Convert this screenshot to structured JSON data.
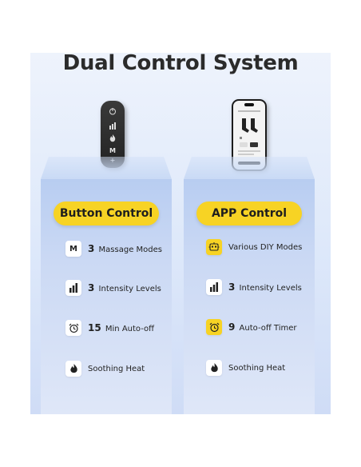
{
  "title": "Dual Control System",
  "button_control": {
    "label": "Button Control",
    "features": [
      {
        "icon": "letter-m-icon",
        "glyph": "M",
        "num": "3",
        "text": "Massage Modes"
      },
      {
        "icon": "signal-bars-icon",
        "glyph": "",
        "num": "3",
        "text": "Intensity Levels"
      },
      {
        "icon": "alarm-clock-icon",
        "glyph": "",
        "num": "15",
        "text": "Min Auto-off"
      },
      {
        "icon": "flame-icon",
        "glyph": "",
        "num": "",
        "text": "Soothing Heat"
      }
    ]
  },
  "app_control": {
    "label": "APP Control",
    "features": [
      {
        "icon": "diy-robot-icon",
        "num": "",
        "text": "Various DIY Modes"
      },
      {
        "icon": "signal-bars-icon",
        "num": "3",
        "text": "Intensity Levels"
      },
      {
        "icon": "alarm-clock-icon",
        "num": "9",
        "text": "Auto-off Timer"
      },
      {
        "icon": "flame-icon",
        "num": "",
        "text": "Soothing Heat"
      }
    ]
  },
  "remote": {
    "buttons": [
      "⏻",
      "Ⅲ",
      "🔥",
      "M",
      "+"
    ]
  },
  "colors": {
    "accent_yellow": "#f7d324",
    "panel_blue": "#b8cdf1",
    "title_text": "#2b2b2b"
  }
}
